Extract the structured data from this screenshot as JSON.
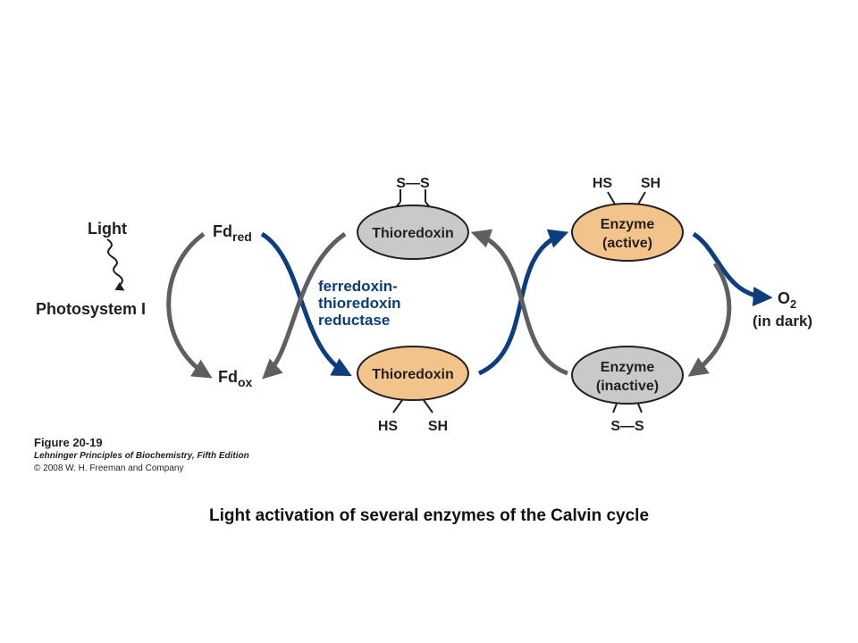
{
  "diagram": {
    "light": "Light",
    "photosystem": "Photosystem I",
    "fd_red": {
      "base": "Fd",
      "sub": "red"
    },
    "fd_ox": {
      "base": "Fd",
      "sub": "ox"
    },
    "enzyme_label": [
      "ferredoxin-",
      "thioredoxin",
      "reductase"
    ],
    "thioredoxin_oxidized": {
      "name": "Thioredoxin",
      "bond": "S—S"
    },
    "thioredoxin_reduced": {
      "name": "Thioredoxin",
      "left_group": "HS",
      "right_group": "SH"
    },
    "enzyme_active": {
      "line1": "Enzyme",
      "line2": "(active)",
      "left_group": "HS",
      "right_group": "SH"
    },
    "enzyme_inactive": {
      "line1": "Enzyme",
      "line2": "(inactive)",
      "bond": "S—S"
    },
    "oxygen": {
      "base": "O",
      "sub": "2",
      "note": "(in dark)"
    },
    "colors": {
      "gray_ellipse": "#c8c9cb",
      "orange_ellipse": "#f2c48c",
      "gray_arrow": "#5d5f63",
      "blue_arrow": "#0b3d7f"
    }
  },
  "figure_caption": {
    "number": "Figure 20-19",
    "book": "Lehninger Principles of Biochemistry, Fifth Edition",
    "copyright": "© 2008 W. H. Freeman and Company"
  },
  "slide_caption": "Light activation of several enzymes of the Calvin cycle"
}
